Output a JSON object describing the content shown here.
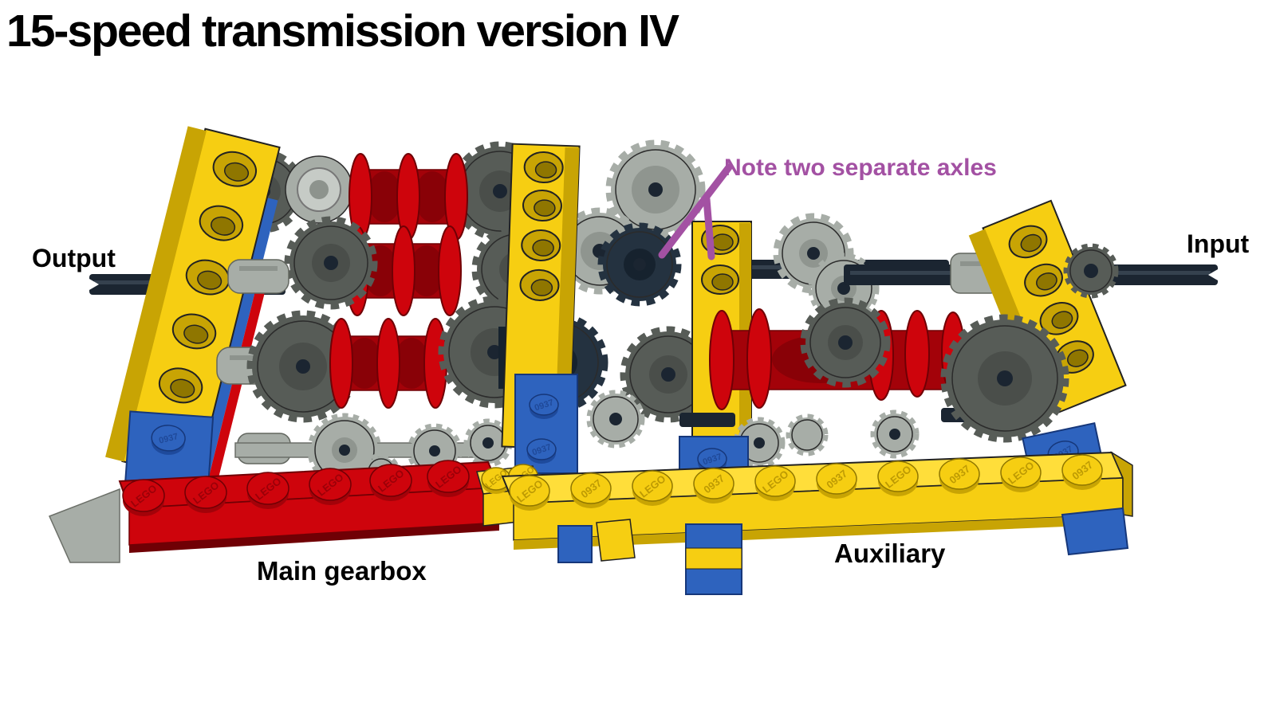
{
  "title": "15-speed transmission version IV",
  "labels": {
    "output": "Output",
    "input": "Input",
    "main_gearbox": "Main gearbox",
    "auxiliary": "Auxiliary"
  },
  "annotation": {
    "note": "Note two separate axles"
  },
  "stud_markings": {
    "brand": "LEGO",
    "mold": "0937"
  },
  "colors": {
    "background": "#FFFFFF",
    "label_text": "#000000",
    "note_purple": "#A351A3",
    "lego_yellow": "#F6CE12",
    "lego_yellow_top": "#FFDE3A",
    "lego_yellow_side": "#C8A404",
    "lego_yellow_dark": "#8F7600",
    "lego_red": "#CE040C",
    "lego_red_side": "#A30209",
    "lego_red_dark": "#700005",
    "lego_blue": "#2E63BE",
    "lego_blue_side": "#1E4A9C",
    "lego_blue_dark": "#16377A",
    "gear_dark": "#575C57",
    "gear_light": "#A7ADA7",
    "gear_light2": "#C6CBC6",
    "navy": "#243240",
    "axle": "#1B2531",
    "outline": "#222222"
  }
}
